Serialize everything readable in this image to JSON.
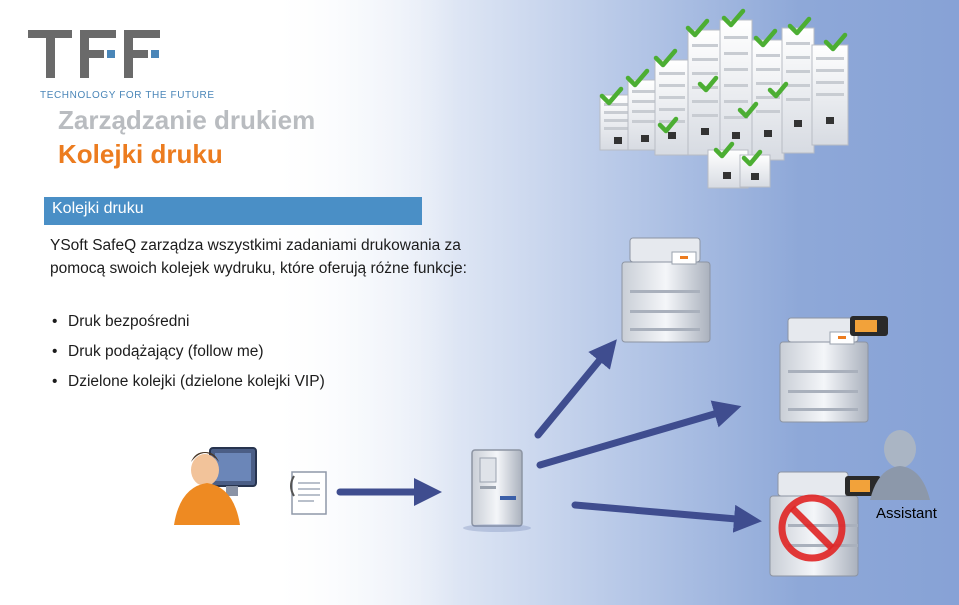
{
  "logo": {
    "letters": "TFF",
    "tagline": "TECHNOLOGY FOR THE FUTURE"
  },
  "title": {
    "line1": "Zarządzanie drukiem",
    "line2": "Kolejki druku"
  },
  "section": {
    "header": "Kolejki druku",
    "paragraph": "YSoft SafeQ zarządza wszystkimi zadaniami drukowania za pomocą swoich kolejek  wydruku, które oferują różne funkcje:",
    "bullets": [
      "Druk bezpośredni",
      "Druk podążający (follow me)",
      "Dzielone kolejki (dzielone kolejki VIP)"
    ]
  },
  "diagram": {
    "assistant_label": "Assistant",
    "icons": [
      "user-at-computer-icon",
      "document-icon",
      "server-icon",
      "printer-icon",
      "printer-with-panel-icon",
      "blocked-printer-icon",
      "assistant-person-icon",
      "document-stacks-icon",
      "checkmark-icon"
    ]
  },
  "colors": {
    "accent_blue": "#4a8fc6",
    "orange": "#ec7c1f",
    "arrow": "#3f4d8f",
    "check_green": "#4cae33"
  }
}
